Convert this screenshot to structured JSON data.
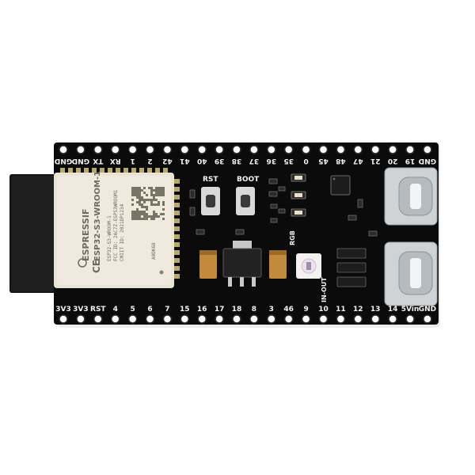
{
  "board": {
    "top_pins": [
      "GND",
      "GND",
      "TX",
      "RX",
      "1",
      "2",
      "42",
      "41",
      "40",
      "39",
      "38",
      "37",
      "36",
      "35",
      "0",
      "45",
      "48",
      "47",
      "21",
      "20",
      "19",
      "GND"
    ],
    "bottom_pins": [
      "3V3",
      "3V3",
      "RST",
      "4",
      "5",
      "6",
      "7",
      "15",
      "16",
      "17",
      "18",
      "8",
      "3",
      "46",
      "9",
      "10",
      "11",
      "12",
      "13",
      "14",
      "5Vin",
      "GND"
    ],
    "module": {
      "brand": "ESPRESSIF",
      "model": "ESP32-S3-WROOM-1",
      "line1": "ESP32-S3-WROOM-1",
      "line2": "FCC ID: 2AC7Z-ESPS3WROOM1",
      "line3": "CMIIT ID: 2021DP1234",
      "cert": "CE",
      "code": "A0DK68"
    },
    "buttons": {
      "reset": "RST",
      "boot": "BOOT"
    },
    "labels": {
      "rgb": "RGB",
      "in_out": "IN-OUT"
    }
  },
  "colors": {
    "pcb": "#0b0b0c",
    "shield": "#e9e4d6",
    "usb_metal": "#cfd3d6",
    "pin_hole": "#ffffff",
    "header": "#1a1a1a",
    "cap_tan": "#c38a3e"
  }
}
